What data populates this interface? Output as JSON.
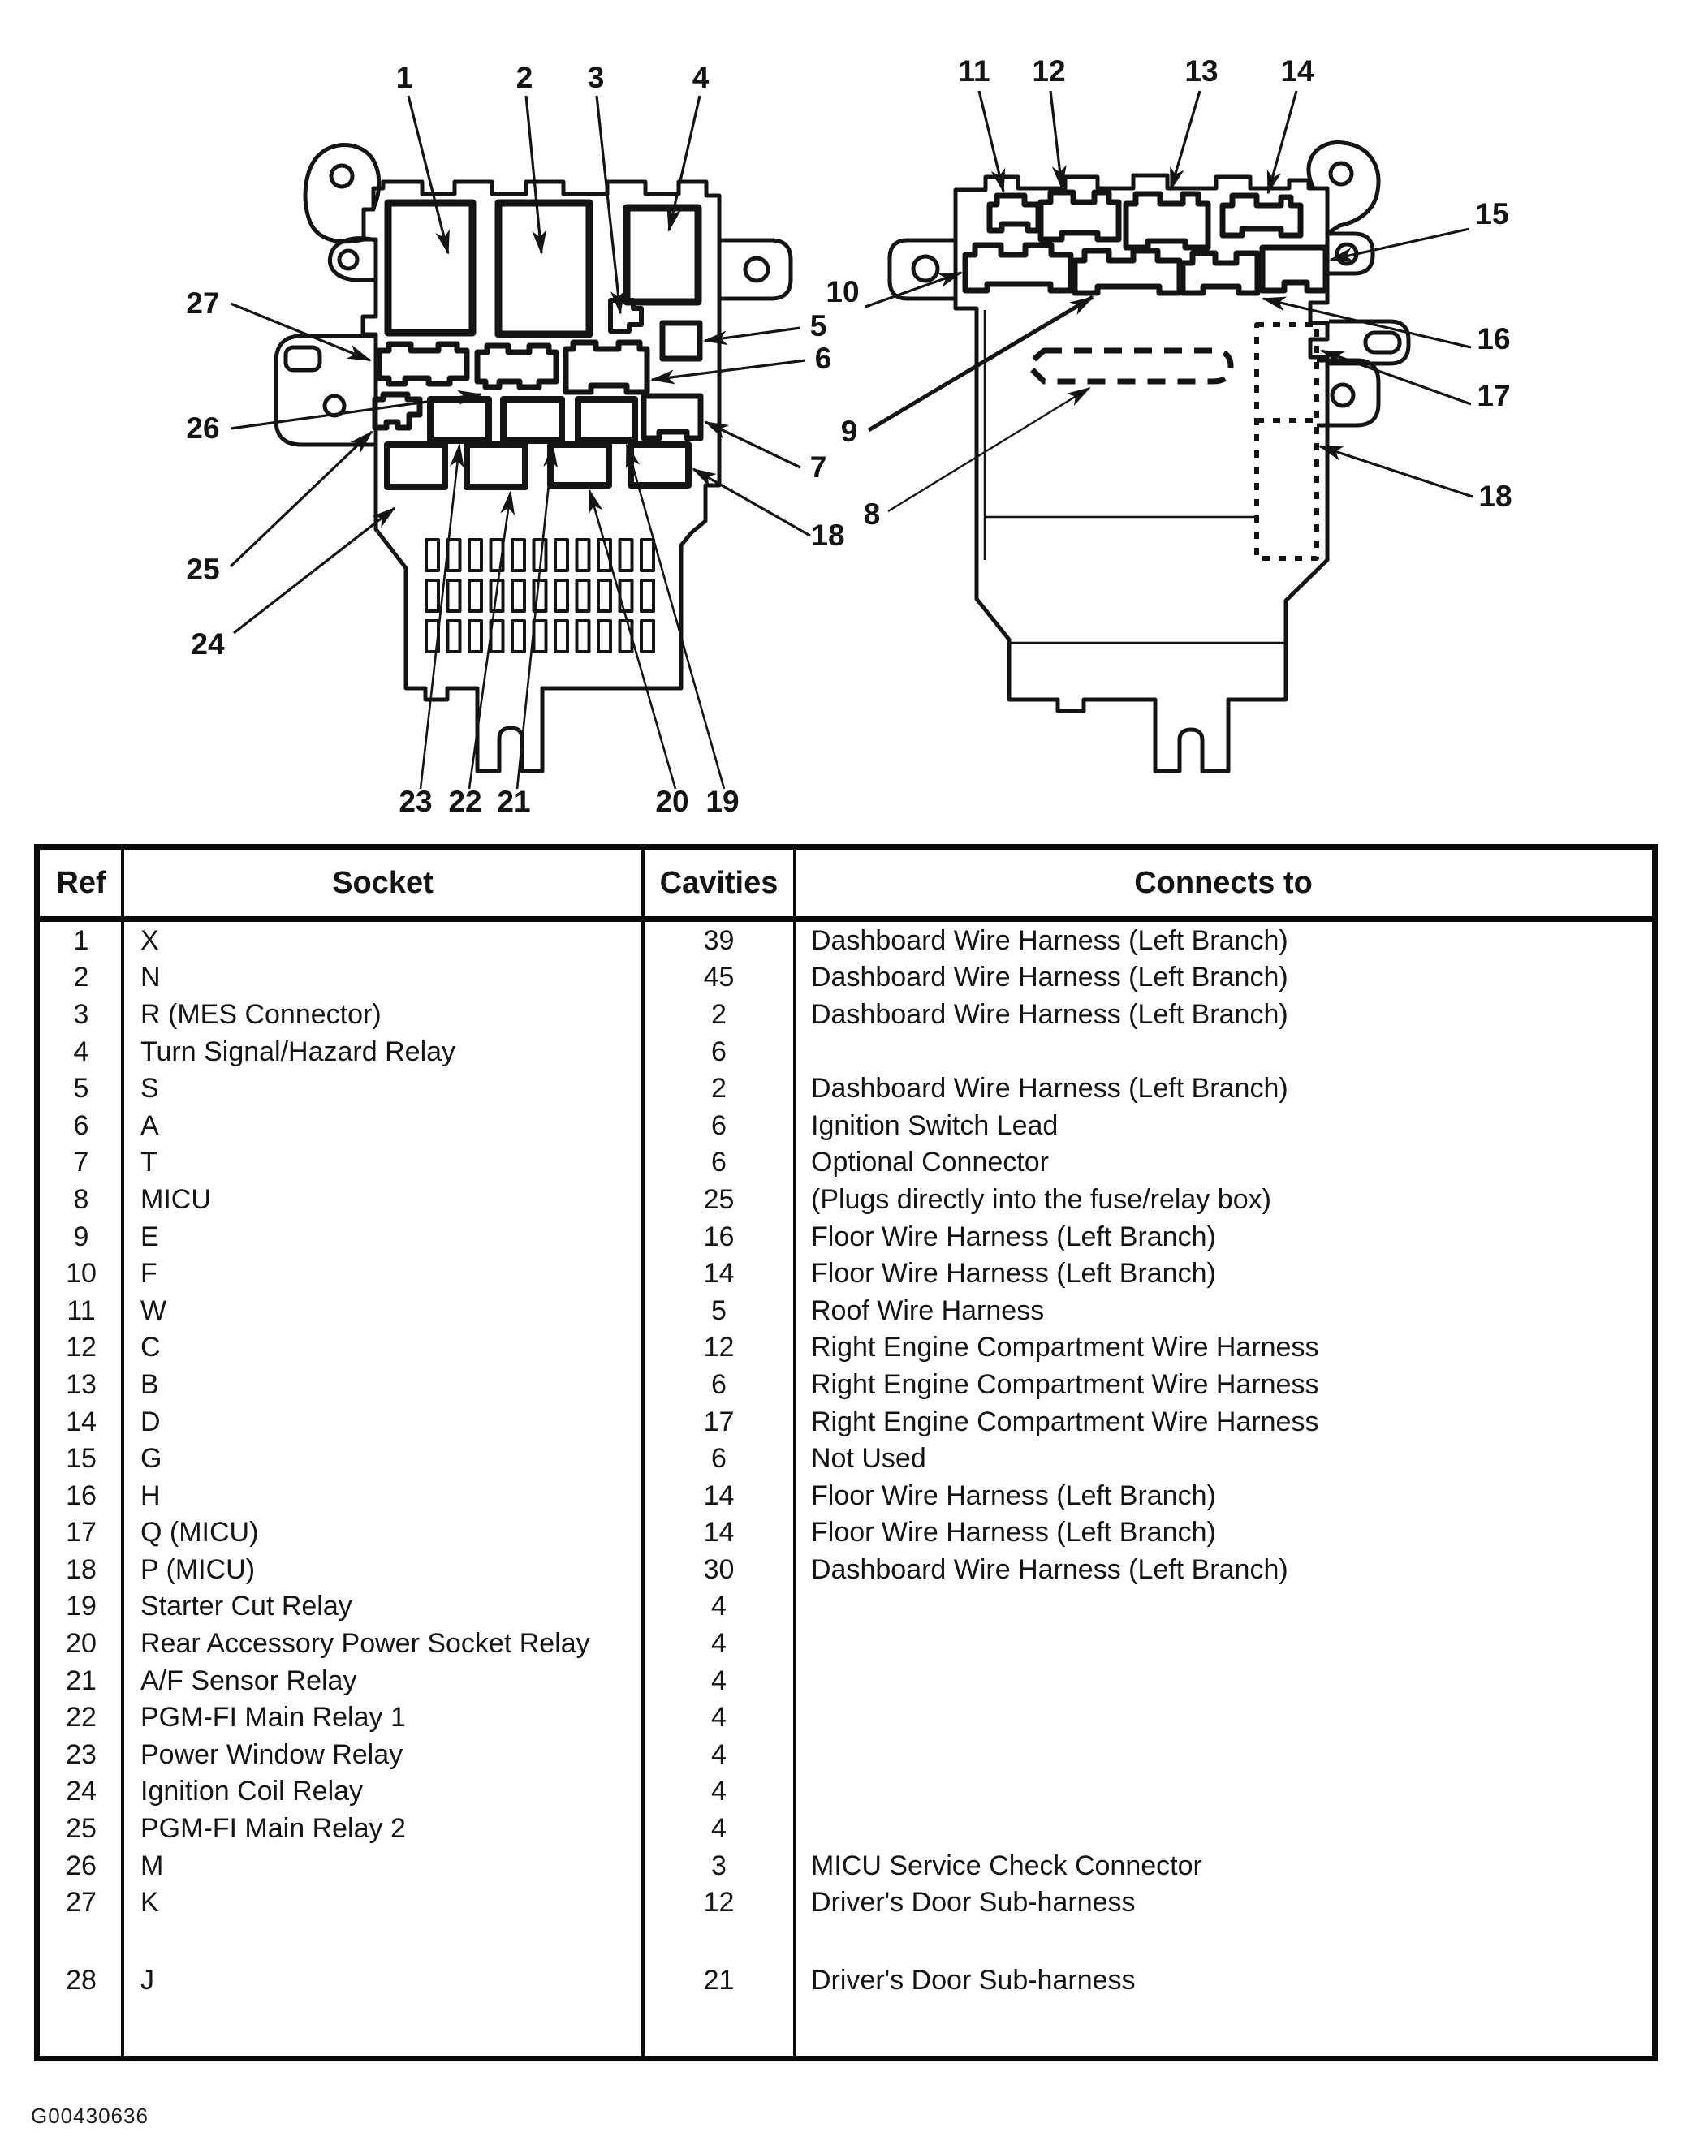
{
  "figure_code": "G00430636",
  "callouts": {
    "left": [
      "1",
      "2",
      "3",
      "4",
      "5",
      "6",
      "7",
      "18",
      "19",
      "20",
      "21",
      "22",
      "23",
      "24",
      "25",
      "26",
      "27"
    ],
    "right": [
      "8",
      "9",
      "10",
      "11",
      "12",
      "13",
      "14",
      "15",
      "16",
      "17",
      "18"
    ]
  },
  "table": {
    "headers": [
      "Ref",
      "Socket",
      "Cavities",
      "Connects to"
    ],
    "rows": [
      [
        "1",
        "X",
        "39",
        "Dashboard Wire Harness (Left Branch)"
      ],
      [
        "2",
        "N",
        "45",
        "Dashboard Wire Harness (Left Branch)"
      ],
      [
        "3",
        "R (MES Connector)",
        "2",
        "Dashboard Wire Harness (Left Branch)"
      ],
      [
        "4",
        "Turn Signal/Hazard Relay",
        "6",
        ""
      ],
      [
        "5",
        "S",
        "2",
        "Dashboard Wire Harness (Left Branch)"
      ],
      [
        "6",
        "A",
        "6",
        "Ignition Switch Lead"
      ],
      [
        "7",
        "T",
        "6",
        "Optional Connector"
      ],
      [
        "8",
        "MICU",
        "25",
        "(Plugs directly into the fuse/relay box)"
      ],
      [
        "9",
        "E",
        "16",
        "Floor Wire Harness (Left Branch)"
      ],
      [
        "10",
        "F",
        "14",
        "Floor Wire Harness (Left Branch)"
      ],
      [
        "11",
        "W",
        "5",
        "Roof Wire Harness"
      ],
      [
        "12",
        "C",
        "12",
        "Right Engine Compartment Wire Harness"
      ],
      [
        "13",
        "B",
        "6",
        "Right Engine Compartment Wire Harness"
      ],
      [
        "14",
        "D",
        "17",
        "Right Engine Compartment Wire Harness"
      ],
      [
        "15",
        "G",
        "6",
        "Not Used"
      ],
      [
        "16",
        "H",
        "14",
        "Floor Wire Harness (Left Branch)"
      ],
      [
        "17",
        "Q (MICU)",
        "14",
        "Floor Wire Harness (Left Branch)"
      ],
      [
        "18",
        "P (MICU)",
        "30",
        "Dashboard Wire Harness (Left Branch)"
      ],
      [
        "19",
        "Starter Cut Relay",
        "4",
        ""
      ],
      [
        "20",
        "Rear Accessory Power Socket Relay",
        "4",
        ""
      ],
      [
        "21",
        "A/F Sensor Relay",
        "4",
        ""
      ],
      [
        "22",
        "PGM-FI Main Relay 1",
        "4",
        ""
      ],
      [
        "23",
        "Power Window Relay",
        "4",
        ""
      ],
      [
        "24",
        "Ignition Coil Relay",
        "4",
        ""
      ],
      [
        "25",
        "PGM-FI Main Relay 2",
        "4",
        ""
      ],
      [
        "26",
        "M",
        "3",
        "MICU Service Check Connector"
      ],
      [
        "27",
        "K",
        "12",
        "Driver's Door Sub-harness"
      ],
      [
        "28",
        "J",
        "21",
        "Driver's Door Sub-harness"
      ]
    ]
  }
}
